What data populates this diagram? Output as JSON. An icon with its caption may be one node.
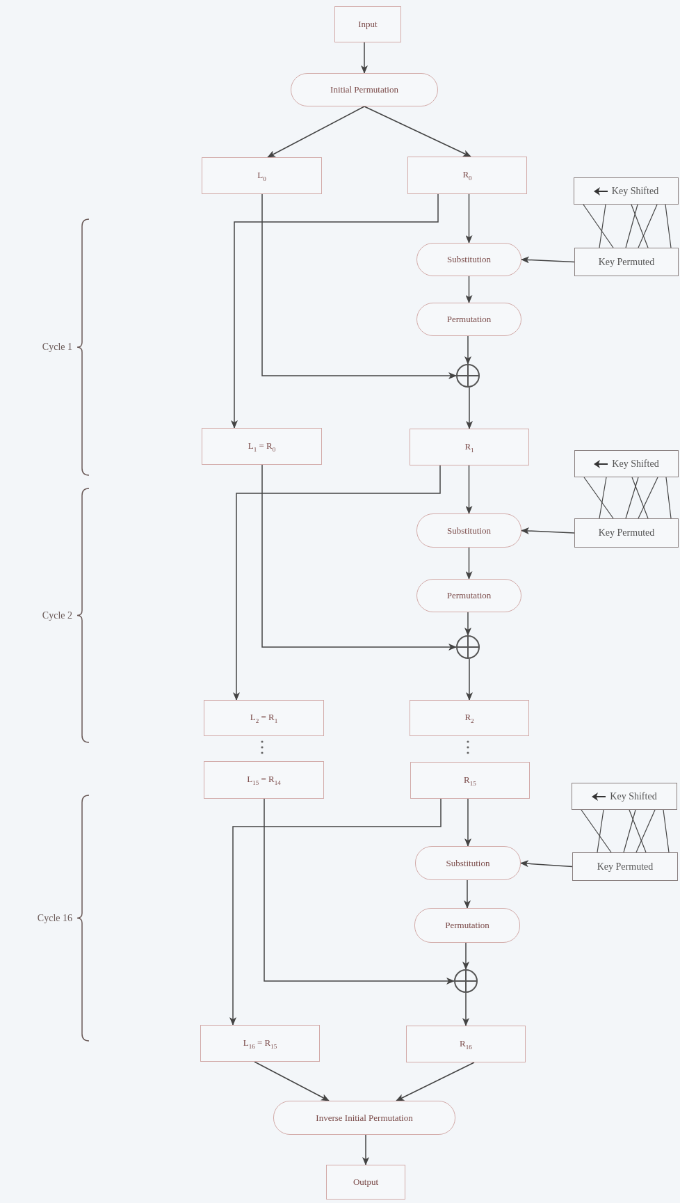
{
  "diagram": {
    "nodes": [
      {
        "text": [
          "Input"
        ]
      },
      {
        "text": [
          "Initial Permutation"
        ]
      },
      {
        "text": [
          "L$_{0}$"
        ]
      },
      {
        "text": [
          "R$_{0}$"
        ]
      },
      {
        "text": [
          "Key Shifted"
        ]
      },
      {
        "text": [
          "Substitution"
        ]
      },
      {
        "text": [
          "Key Permuted"
        ]
      },
      {
        "text": [
          "Permutation"
        ]
      },
      {
        "text": [],
        "shape": "circle"
      },
      {
        "text": [
          "L$_{1}$ = R$_{0}$"
        ]
      },
      {
        "text": [
          "R$_{1}$"
        ]
      },
      {
        "text": [
          "Key Shifted"
        ]
      },
      {
        "text": [
          "Substitution"
        ]
      },
      {
        "text": [
          "Key Permuted"
        ]
      },
      {
        "text": [
          "Permutation"
        ]
      },
      {
        "text": [],
        "shape": "circle"
      },
      {
        "text": [
          "L$_{2}$ = R$_{1}$"
        ]
      },
      {
        "text": [
          "R$_{2}$"
        ]
      },
      {
        "text": [
          "L$_{15}$ = R$_{14}$"
        ]
      },
      {
        "text": [
          "R$_{15}$"
        ]
      },
      {
        "text": [
          "Key Shifted"
        ]
      },
      {
        "text": [
          "Substitution"
        ]
      },
      {
        "text": [
          "Key Permuted"
        ]
      },
      {
        "text": [
          "Permutation"
        ]
      },
      {
        "text": [],
        "shape": "circle"
      },
      {
        "text": [
          "L$_{16}$ = R$_{15}$"
        ]
      },
      {
        "text": [
          "R$_{16}$"
        ]
      },
      {
        "text": [
          "Inverse Initial Permutation"
        ]
      },
      {
        "text": [
          "Output"
        ]
      }
    ],
    "edges": [
      {
        "from": 0,
        "to": 1,
        "arrow": "to"
      },
      {
        "from": 1,
        "to": 2,
        "arrow": "to"
      },
      {
        "from": 1,
        "to": 3,
        "arrow": "to"
      },
      {
        "from": 3,
        "to": 5,
        "arrow": "to"
      },
      {
        "from": 3,
        "to": 9,
        "arrow": "to"
      },
      {
        "from": 2,
        "to": 8,
        "arrow": "to"
      },
      {
        "from": 6,
        "to": 5,
        "arrow": "to"
      },
      {
        "from": 4,
        "to": 6,
        "arrow": "none"
      },
      {
        "from": 4,
        "to": 6,
        "arrow": "none"
      },
      {
        "from": 4,
        "to": 6,
        "arrow": "none"
      },
      {
        "from": 4,
        "to": 6,
        "arrow": "none"
      },
      {
        "from": 4,
        "to": 6,
        "arrow": "none"
      },
      {
        "from": 4,
        "to": 6,
        "arrow": "none"
      },
      {
        "from": 5,
        "to": 7,
        "arrow": "to"
      },
      {
        "from": 7,
        "to": 8,
        "arrow": "to"
      },
      {
        "from": 8,
        "to": 10,
        "arrow": "to"
      },
      {
        "from": 10,
        "to": 12,
        "arrow": "to"
      },
      {
        "from": 10,
        "to": 16,
        "arrow": "to"
      },
      {
        "from": 9,
        "to": 15,
        "arrow": "to"
      },
      {
        "from": 13,
        "to": 12,
        "arrow": "to"
      },
      {
        "from": 11,
        "to": 13,
        "arrow": "none"
      },
      {
        "from": 11,
        "to": 13,
        "arrow": "none"
      },
      {
        "from": 11,
        "to": 13,
        "arrow": "none"
      },
      {
        "from": 11,
        "to": 13,
        "arrow": "none"
      },
      {
        "from": 11,
        "to": 13,
        "arrow": "none"
      },
      {
        "from": 11,
        "to": 13,
        "arrow": "none"
      },
      {
        "from": 12,
        "to": 14,
        "arrow": "to"
      },
      {
        "from": 14,
        "to": 15,
        "arrow": "to"
      },
      {
        "from": 15,
        "to": 17,
        "arrow": "to"
      },
      {
        "from": 19,
        "to": 21,
        "arrow": "to"
      },
      {
        "from": 19,
        "to": 25,
        "arrow": "to"
      },
      {
        "from": 18,
        "to": 24,
        "arrow": "to"
      },
      {
        "from": 22,
        "to": 21,
        "arrow": "to"
      },
      {
        "from": 20,
        "to": 22,
        "arrow": "none"
      },
      {
        "from": 20,
        "to": 22,
        "arrow": "none"
      },
      {
        "from": 20,
        "to": 22,
        "arrow": "none"
      },
      {
        "from": 20,
        "to": 22,
        "arrow": "none"
      },
      {
        "from": 20,
        "to": 22,
        "arrow": "none"
      },
      {
        "from": 20,
        "to": 22,
        "arrow": "none"
      },
      {
        "from": 21,
        "to": 23,
        "arrow": "to"
      },
      {
        "from": 23,
        "to": 24,
        "arrow": "to"
      },
      {
        "from": 24,
        "to": 26,
        "arrow": "to"
      },
      {
        "from": 25,
        "to": 27,
        "arrow": "to"
      },
      {
        "from": 26,
        "to": 27,
        "arrow": "to"
      },
      {
        "from": 27,
        "to": 28,
        "arrow": "to"
      }
    ],
    "labels": [
      "Cycle 1",
      "Cycle 2",
      "Cycle 16"
    ]
  }
}
